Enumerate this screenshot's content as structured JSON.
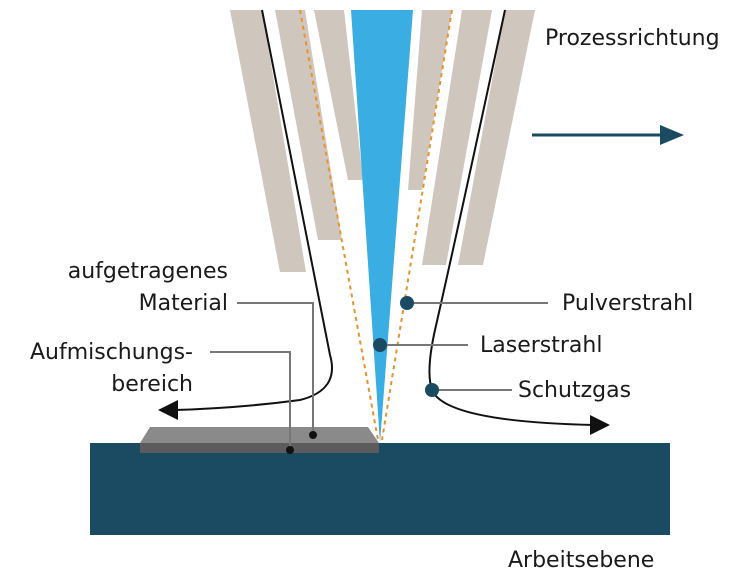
{
  "labels": {
    "process_direction": "Prozessrichtung",
    "deposited_material_line1": "aufgetragenes",
    "deposited_material_line2": "Material",
    "mixing_zone_line1": "Aufmischungs-",
    "mixing_zone_line2": "bereich",
    "powder_jet": "Pulverstrahl",
    "laser_beam": "Laserstrahl",
    "shielding_gas": "Schutzgas",
    "work_plane": "Arbeitsebene"
  },
  "colors": {
    "nozzle": "#cfc6bd",
    "laser": "#3aaee2",
    "workpiece": "#1b4a63",
    "deposit_top": "#8a8a8a",
    "deposit_bottom": "#5c5c5c",
    "powder_dotted": "#e8932c",
    "arrow": "#1b4a63",
    "leader": "#777777",
    "marker": "#1b4a63",
    "gas_line": "#111111"
  }
}
